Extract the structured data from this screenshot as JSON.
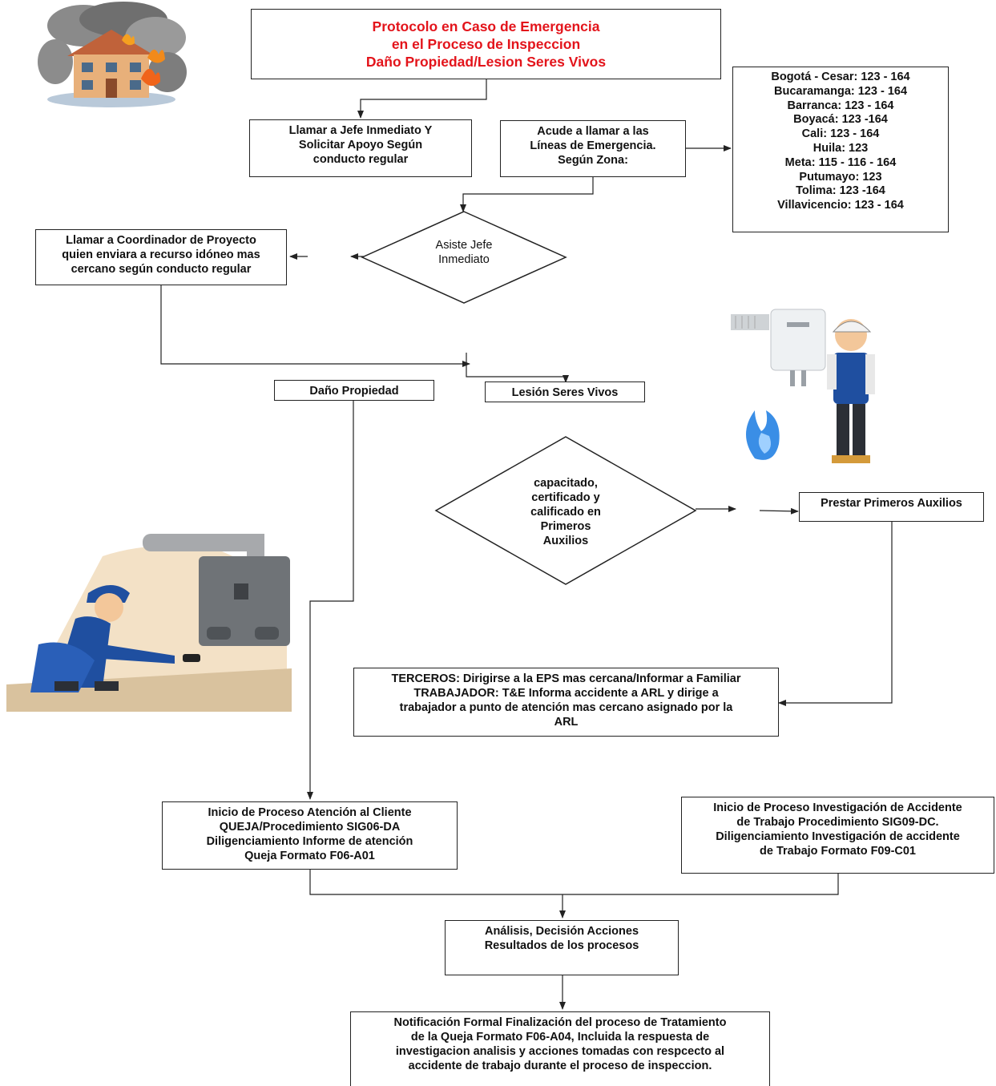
{
  "title": [
    "Protocolo en Caso de Emergencia",
    "en el Proceso de Inspeccion",
    "Daño Propiedad/Lesion Seres Vivos"
  ],
  "call_boss": [
    "Llamar a Jefe Inmediato Y",
    "Solicitar Apoyo Según",
    "conducto regular"
  ],
  "call_lines": [
    "Acude a llamar a las",
    "Líneas de Emergencia.",
    "Según Zona:"
  ],
  "phone_lines": [
    "Bogotá - Cesar: 123 - 164",
    "Bucaramanga: 123 - 164",
    "Barranca: 123 - 164",
    "Boyacá:  123 -164",
    "Cali: 123 - 164",
    "Huila: 123",
    "Meta: 115 - 116 - 164",
    "Putumayo: 123",
    "Tolima: 123 -164",
    "Villavicencio: 123 - 164"
  ],
  "coordinator": [
    "Llamar a Coordinador de Proyecto",
    "quien enviara a recurso idóneo mas",
    "cercano según conducto regular"
  ],
  "decision_boss": [
    "Asiste Jefe",
    "Inmediato"
  ],
  "damage": "Daño Propiedad",
  "injury": "Lesión Seres Vivos",
  "decision_first_aid": [
    "capacitado,",
    "certificado y",
    "calificado en",
    "Primeros",
    "Auxilios"
  ],
  "first_aid": "Prestar Primeros Auxilios",
  "third_parties": [
    "TERCEROS: Dirigirse a la EPS mas cercana/Informar a Familiar",
    "TRABAJADOR:  T&E Informa accidente a ARL y dirige a",
    "trabajador a punto de atención mas cercano asignado por la",
    "ARL"
  ],
  "customer_process": [
    "Inicio de Proceso Atención al Cliente",
    "QUEJA/Procedimiento SIG06-DA",
    "Diligenciamiento Informe de atención",
    "Queja Formato F06-A01"
  ],
  "accident_process": [
    "Inicio de Proceso Investigación de Accidente",
    "de Trabajo Procedimiento SIG09-DC.",
    "Diligenciamiento Investigación de accidente",
    "de Trabajo Formato F09-C01"
  ],
  "analysis": [
    "Análisis, Decisión Acciones",
    "Resultados de los procesos"
  ],
  "notification": [
    "Notificación Formal Finalización del proceso de Tratamiento",
    "de la Queja Formato F06-A04, Incluida la respuesta de",
    "investigacion analisis y acciones  tomadas con respcecto al",
    "accidente de trabajo durante el proceso de inspeccion."
  ],
  "colors": {
    "title": "#e3141b",
    "line": "#222222"
  }
}
